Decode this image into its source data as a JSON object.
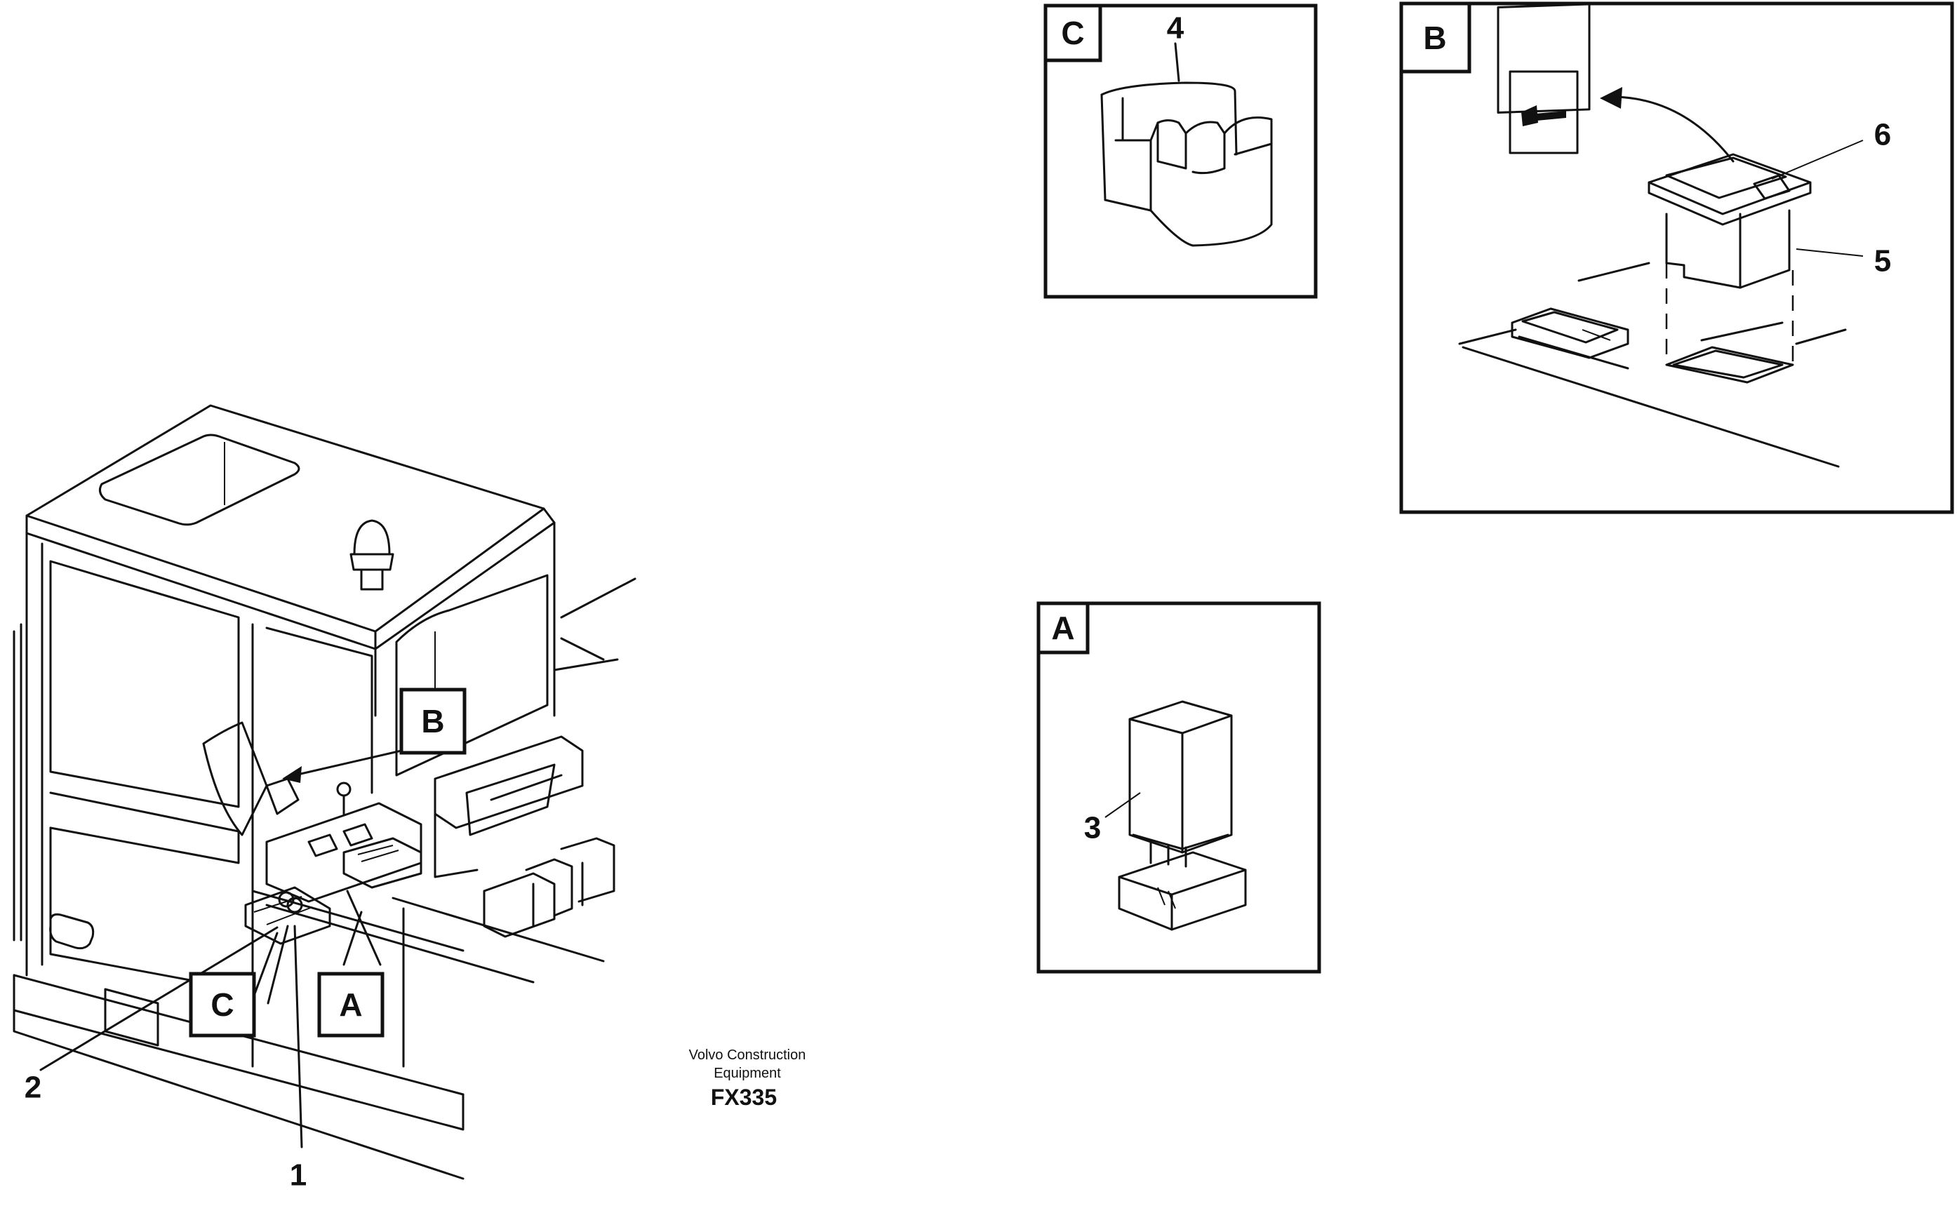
{
  "tags": {
    "A": "A",
    "B": "B",
    "C": "C"
  },
  "callouts": {
    "n1": "1",
    "n2": "2",
    "n3": "3",
    "n4": "4",
    "n5": "5",
    "n6": "6"
  },
  "caption": {
    "line1": "Volvo Construction",
    "line2": "Equipment",
    "code": "FX335"
  }
}
